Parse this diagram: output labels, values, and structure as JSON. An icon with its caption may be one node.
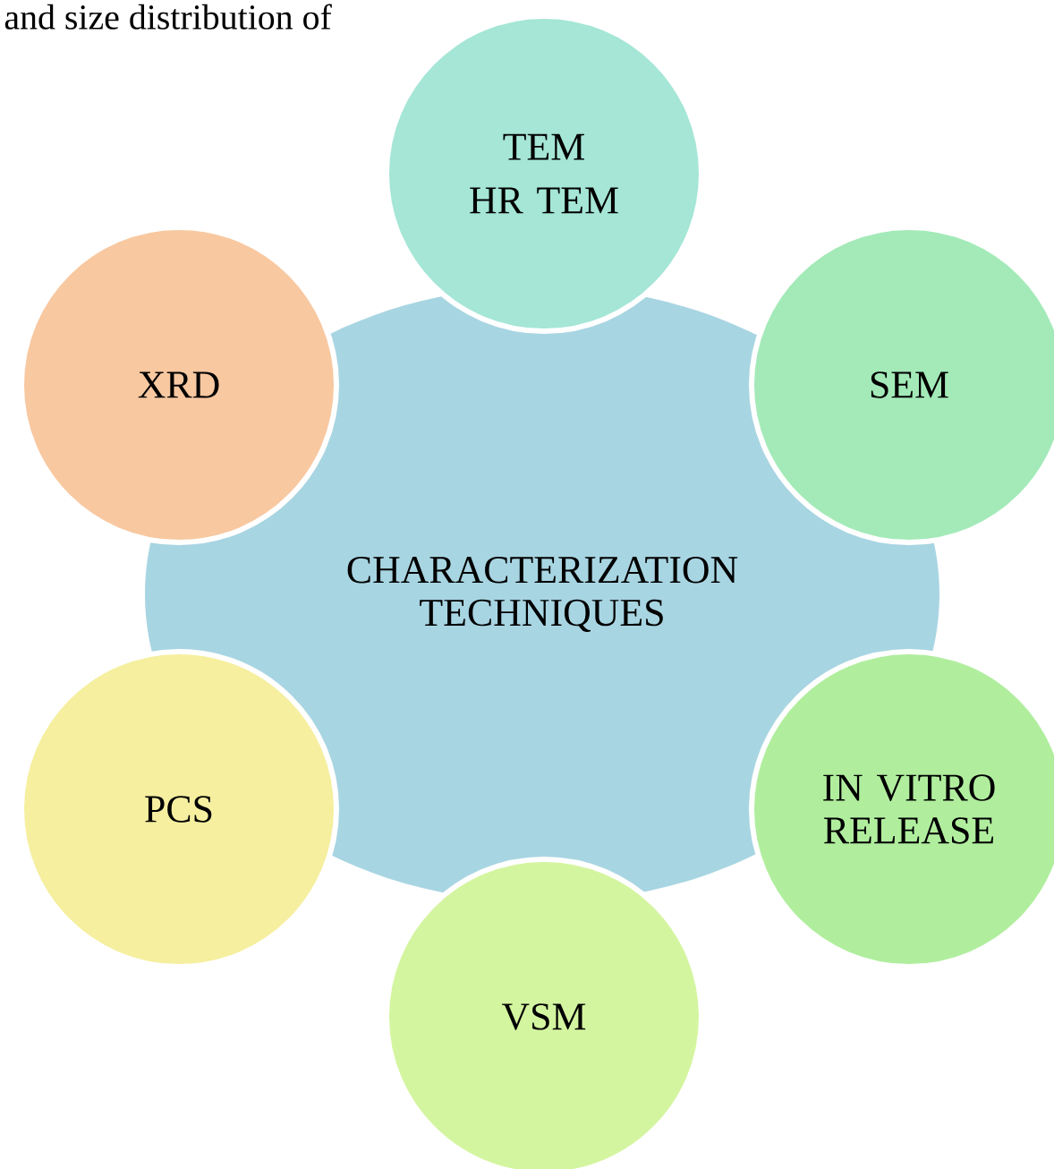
{
  "diagram": {
    "nodes": [
      {
        "text": [
          "CHARACTERIZATION TECHNIQUES"
        ]
      },
      {
        "text": [
          "TEM",
          "HR TEM"
        ]
      },
      {
        "text": [
          "SEM"
        ]
      },
      {
        "text": [
          "IN VITRO RELEASE"
        ]
      },
      {
        "text": [
          "VSM"
        ]
      },
      {
        "text": [
          "PCS"
        ]
      },
      {
        "text": [
          "XRD"
        ]
      }
    ],
    "labels": [
      "and size distribution of"
    ]
  }
}
